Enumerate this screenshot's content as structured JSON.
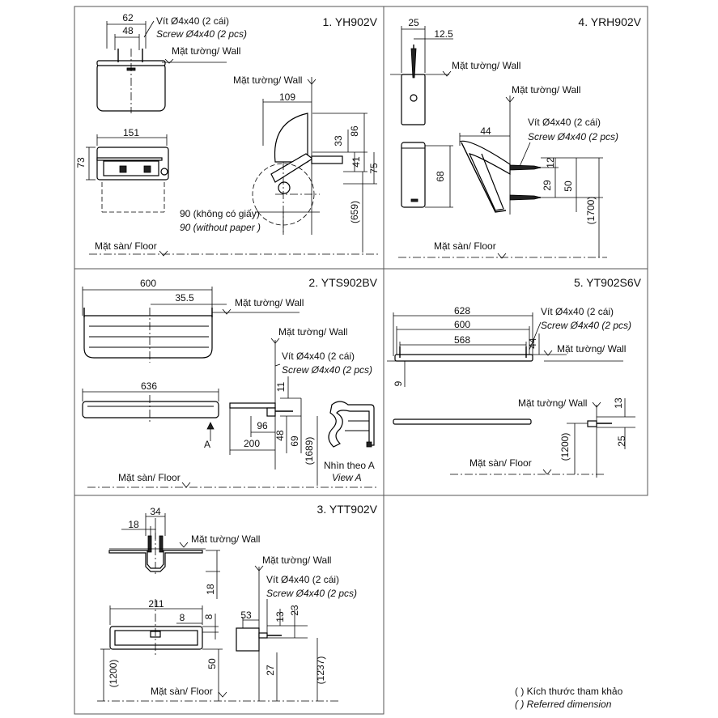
{
  "panels": {
    "p1": {
      "title": "1. YH902V",
      "dims": [
        "62",
        "48",
        "151",
        "73",
        "109",
        "86",
        "33",
        "41",
        "75",
        "(659)"
      ],
      "screw_vn": "Vít Ø4x40 (2 cái)",
      "screw_en": "Screw Ø4x40 (2 pcs)",
      "wall": "Mặt tường/ Wall",
      "floor": "Mặt sàn/ Floor",
      "paper_vn": "90 (không có giấy)",
      "paper_en": "90 (without paper )"
    },
    "p2": {
      "title": "2. YTS902BV",
      "dims": [
        "600",
        "35.5",
        "636",
        "11",
        "96",
        "200",
        "48",
        "69",
        "(1689)"
      ],
      "wall": "Mặt tường/ Wall",
      "screw_vn": "Vít Ø4x40 (2 cái)",
      "screw_en": "Screw Ø4x40 (2 pcs)",
      "floor": "Mặt sàn/ Floor",
      "arrow_label": "A",
      "view_vn": "Nhìn theo A",
      "view_en": "View A"
    },
    "p3": {
      "title": "3. YTT902V",
      "dims": [
        "34",
        "18",
        "18",
        "211",
        "8",
        "8",
        "53",
        "13",
        "23",
        "(1200)",
        "50",
        "27",
        "(1237)"
      ],
      "wall": "Mặt tường/ Wall",
      "screw_vn": "Vít Ø4x40 (2 cái)",
      "screw_en": "Screw Ø4x40 (2 pcs)",
      "floor": "Mặt sàn/ Floor"
    },
    "p4": {
      "title": "4. YRH902V",
      "dims": [
        "25",
        "12.5",
        "44",
        "68",
        "12",
        "29",
        "50",
        "(1700)"
      ],
      "wall": "Mặt tường/ Wall",
      "screw_vn": "Vít Ø4x40 (2 cái)",
      "screw_en": "Screw Ø4x40 (2 pcs)",
      "floor": "Mặt sàn/ Floor"
    },
    "p5": {
      "title": "5. YT902S6V",
      "dims": [
        "628",
        "600",
        "568",
        "44",
        "9",
        "13",
        "25",
        "(1200)"
      ],
      "screw_vn": "Vít Ø4x40 (2 cái)",
      "screw_en": "Screw Ø4x40 (2 pcs)",
      "wall": "Mặt tường/ Wall",
      "floor": "Mặt sàn/ Floor"
    }
  },
  "legend": {
    "vn": "( ) Kích thước tham khảo",
    "en": "( ) Referred dimension"
  }
}
